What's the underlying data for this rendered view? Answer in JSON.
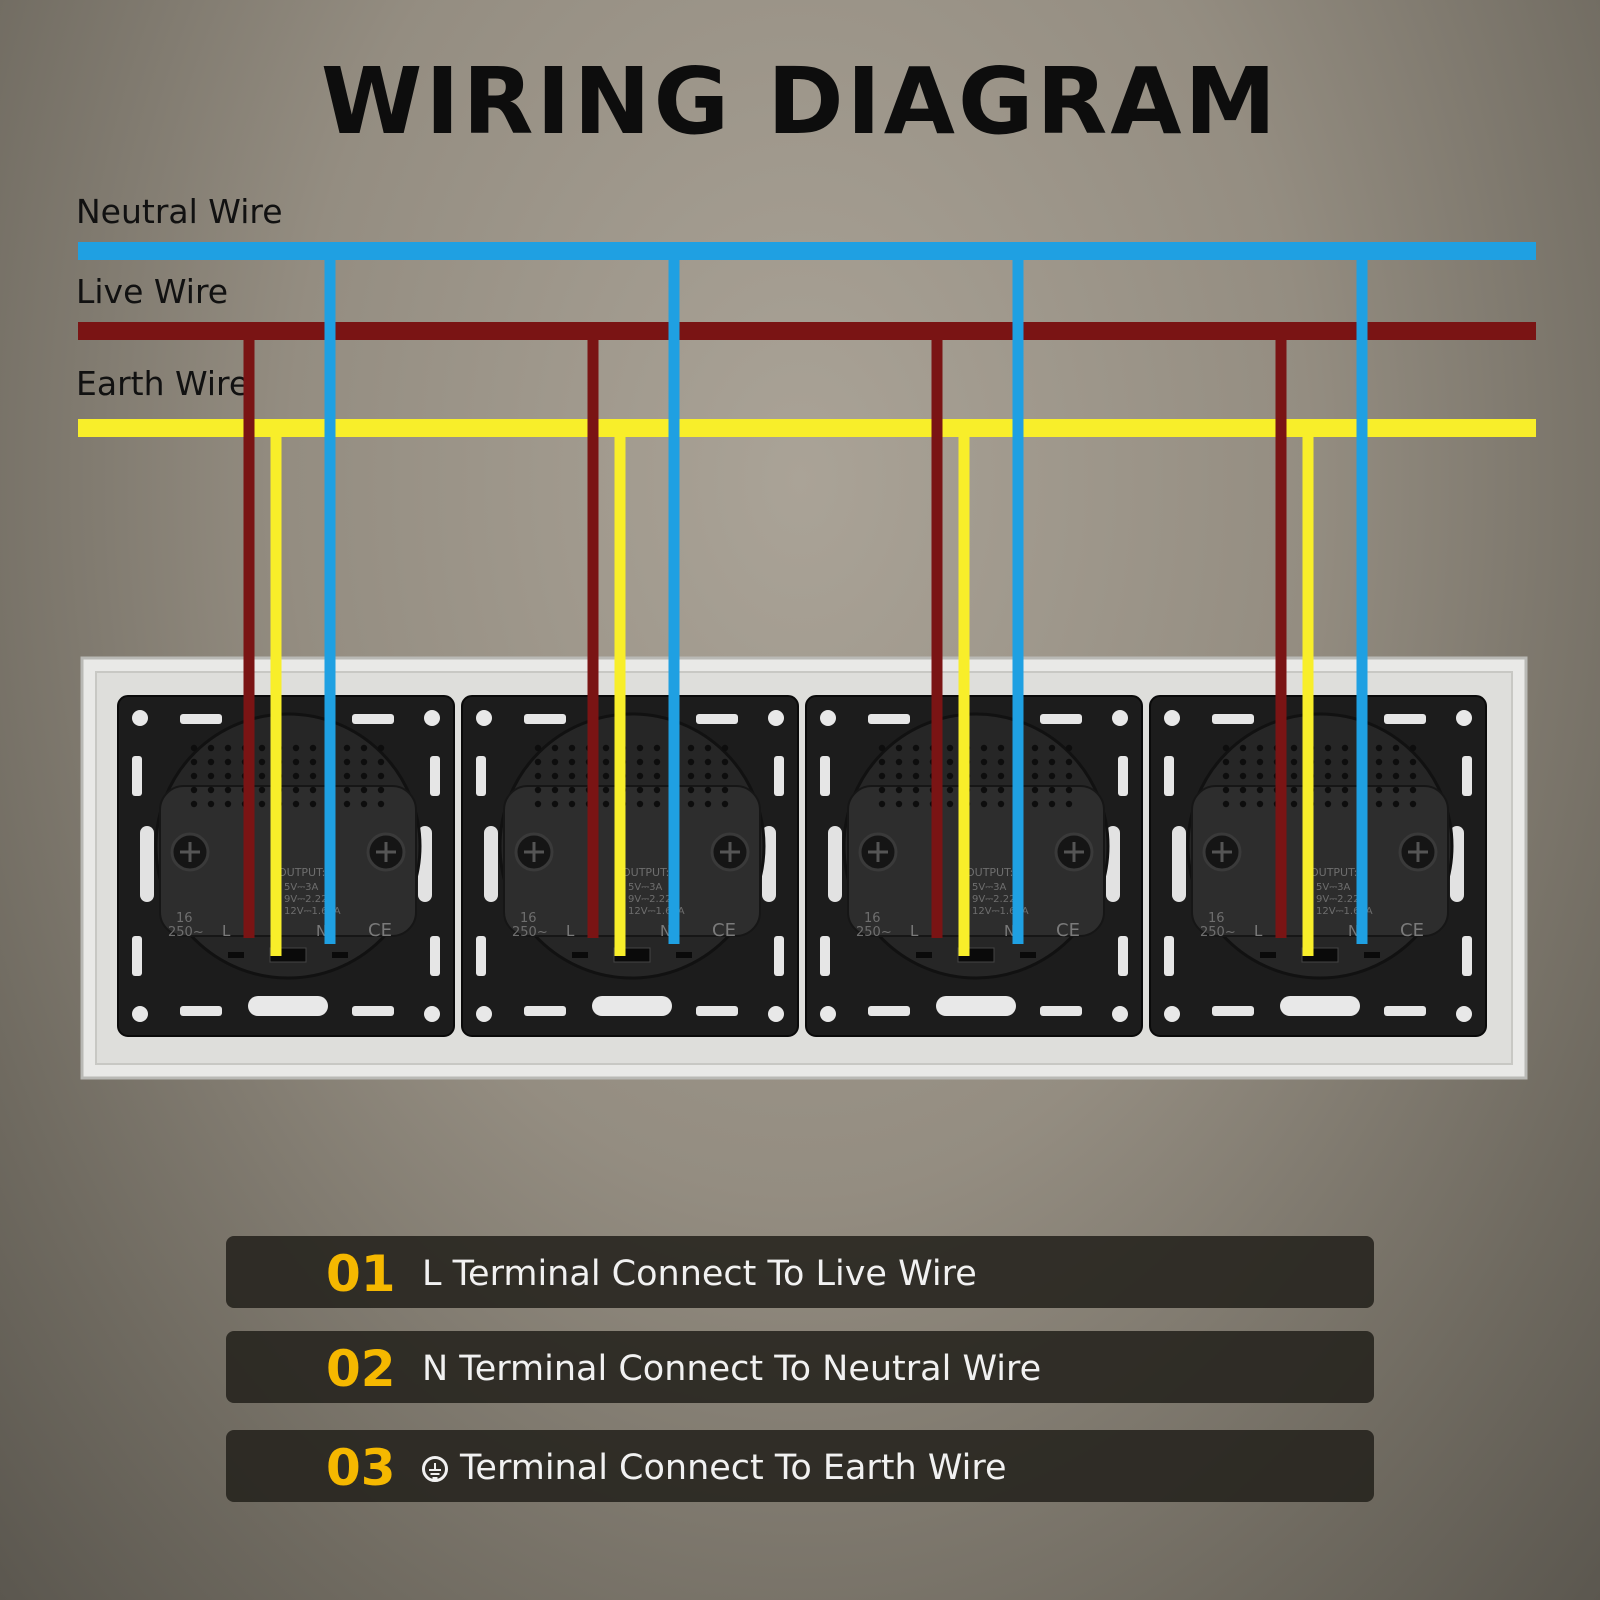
{
  "title": "WIRING DIAGRAM",
  "wire_labels": {
    "neutral": "Neutral Wire",
    "live": "Live Wire",
    "earth": "Earth Wire"
  },
  "colors": {
    "neutral": "#1fa0e2",
    "live": "#7a1414",
    "earth": "#f8ee2a",
    "accent": "#f5b800"
  },
  "sockets": {
    "count": 4,
    "terminal_l": "L",
    "terminal_n": "N",
    "ce_mark": "CE",
    "rating_top": "16",
    "rating_bottom": "250~",
    "output_label": "OUTPUT:",
    "output_lines": [
      "5V⎓3A",
      "9V⎓2.22A",
      "12V⎓1.67A"
    ]
  },
  "legend": [
    {
      "num": "01",
      "text": "L Terminal Connect To Live Wire",
      "icon": ""
    },
    {
      "num": "02",
      "text": "N Terminal Connect To Neutral Wire",
      "icon": ""
    },
    {
      "num": "03",
      "text": "Terminal Connect To Earth Wire",
      "icon": "earth-ground-icon"
    }
  ]
}
